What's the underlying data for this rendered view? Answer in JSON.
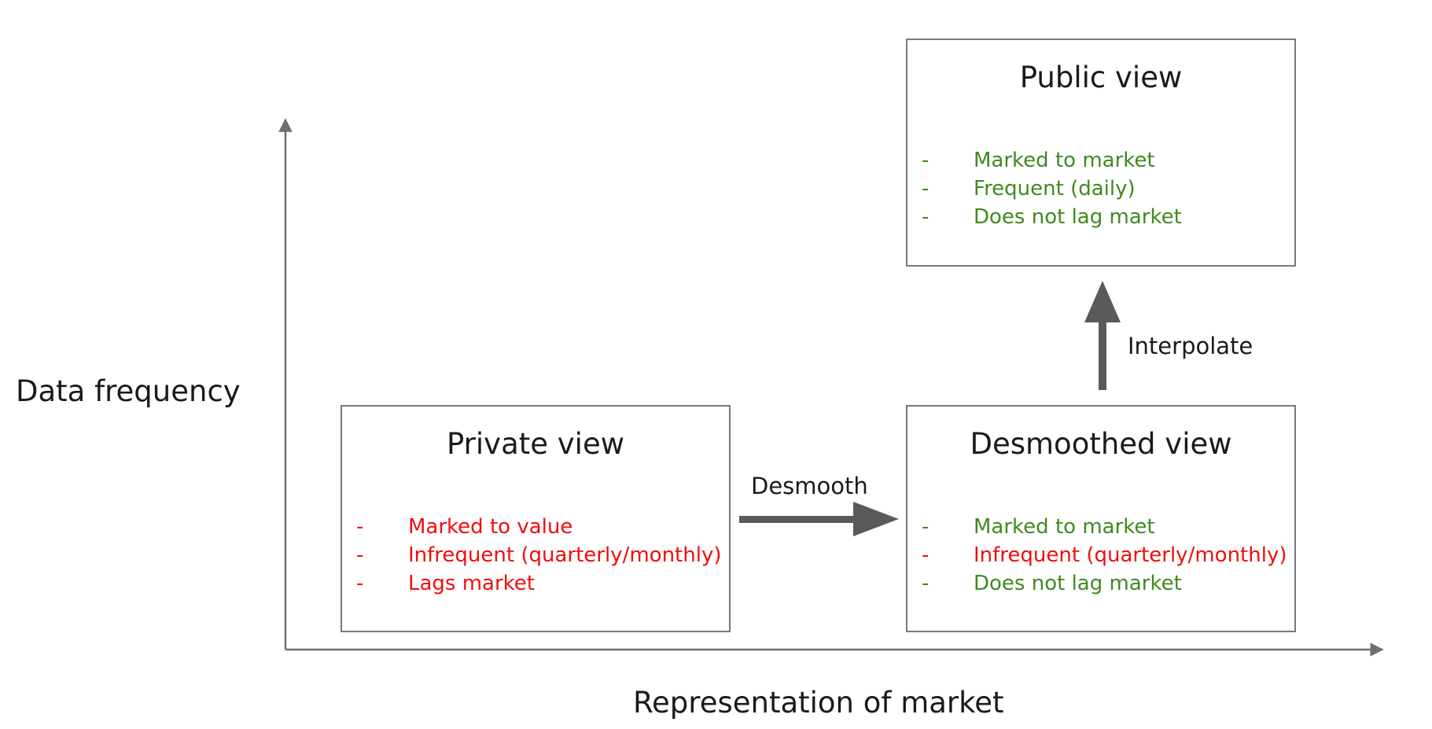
{
  "axes": {
    "y_label": "Data frequency",
    "x_label": "Representation of market"
  },
  "boxes": {
    "private": {
      "title": "Private view",
      "items": [
        {
          "text": "Marked to value",
          "status": "bad"
        },
        {
          "text": "Infrequent (quarterly/monthly)",
          "status": "bad"
        },
        {
          "text": "Lags market",
          "status": "bad"
        }
      ]
    },
    "desmoothed": {
      "title": "Desmoothed view",
      "items": [
        {
          "text": "Marked to market",
          "status": "good"
        },
        {
          "text": "Infrequent (quarterly/monthly)",
          "status": "bad"
        },
        {
          "text": "Does not lag market",
          "status": "good"
        }
      ]
    },
    "public": {
      "title": "Public view",
      "items": [
        {
          "text": "Marked to market",
          "status": "good"
        },
        {
          "text": "Frequent (daily)",
          "status": "good"
        },
        {
          "text": "Does not lag market",
          "status": "good"
        }
      ]
    }
  },
  "flows": {
    "desmooth": "Desmooth",
    "interpolate": "Interpolate"
  },
  "colors": {
    "good": "#3f8a21",
    "bad": "#f20d0d",
    "arrow": "#5a5a5a",
    "axis": "#6e6e6e",
    "border": "#7a7a7a"
  }
}
